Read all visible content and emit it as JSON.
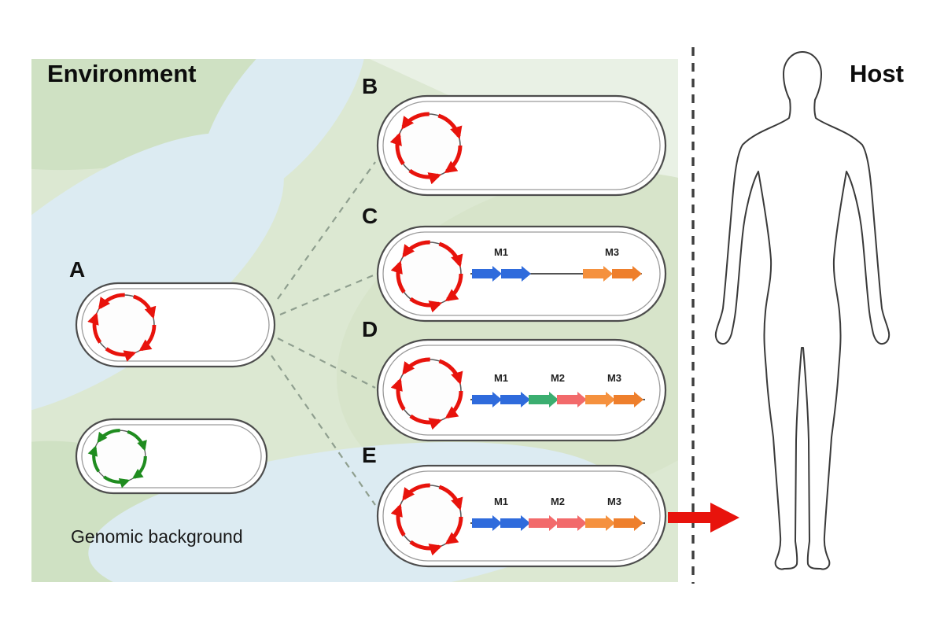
{
  "figure": {
    "environment_label": "Environment",
    "host_label": "Host",
    "genomic_background_caption": "Genomic background"
  },
  "cells": {
    "a": {
      "label": "A"
    },
    "b": {
      "label": "B"
    },
    "c": {
      "label": "C",
      "m1": "M1",
      "m3": "M3"
    },
    "d": {
      "label": "D",
      "m1": "M1",
      "m2": "M2",
      "m3": "M3"
    },
    "e": {
      "label": "E",
      "m1": "M1",
      "m2": "M2",
      "m3": "M3"
    }
  },
  "colors": {
    "chromosome_red": "#e8130c",
    "chromosome_green": "#1f8c1f",
    "gene_blue": "#2f6bdc",
    "gene_green": "#3bae70",
    "gene_pink": "#f26a6b",
    "gene_orange": "#f5913e",
    "gene_orange_dark": "#ee7f2c",
    "transfer_arrow": "#e8130c",
    "env_base_green": "#dce8d2",
    "env_river_blue": "#dcebf2"
  }
}
